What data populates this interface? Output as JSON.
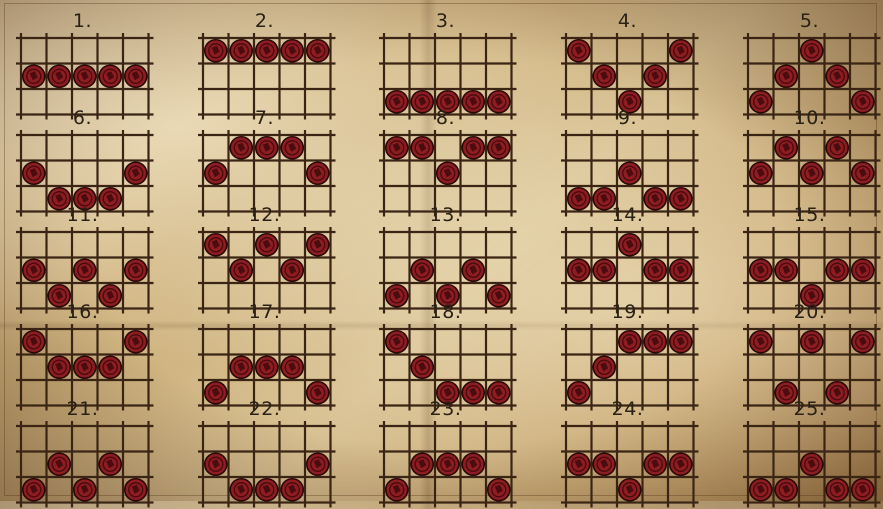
{
  "colors": {
    "grid_line": "#3a2515",
    "coin_fill": "#8e1d22",
    "coin_dark": "#4a0c0f",
    "coin_rim": "#2a0808",
    "label_text": "#2a2116"
  },
  "patterns": [
    {
      "label": "1.",
      "coins": [
        [
          0,
          1
        ],
        [
          1,
          1
        ],
        [
          2,
          1
        ],
        [
          3,
          1
        ],
        [
          4,
          1
        ]
      ]
    },
    {
      "label": "2.",
      "coins": [
        [
          0,
          0
        ],
        [
          1,
          0
        ],
        [
          2,
          0
        ],
        [
          3,
          0
        ],
        [
          4,
          0
        ]
      ]
    },
    {
      "label": "3.",
      "coins": [
        [
          0,
          2
        ],
        [
          1,
          2
        ],
        [
          2,
          2
        ],
        [
          3,
          2
        ],
        [
          4,
          2
        ]
      ]
    },
    {
      "label": "4.",
      "coins": [
        [
          0,
          0
        ],
        [
          4,
          0
        ],
        [
          1,
          1
        ],
        [
          3,
          1
        ],
        [
          2,
          2
        ]
      ]
    },
    {
      "label": "5.",
      "coins": [
        [
          2,
          0
        ],
        [
          1,
          1
        ],
        [
          3,
          1
        ],
        [
          0,
          2
        ],
        [
          4,
          2
        ]
      ]
    },
    {
      "label": "6.",
      "coins": [
        [
          0,
          1
        ],
        [
          4,
          1
        ],
        [
          1,
          2
        ],
        [
          2,
          2
        ],
        [
          3,
          2
        ]
      ]
    },
    {
      "label": "7.",
      "coins": [
        [
          1,
          0
        ],
        [
          2,
          0
        ],
        [
          3,
          0
        ],
        [
          0,
          1
        ],
        [
          4,
          1
        ]
      ]
    },
    {
      "label": "8.",
      "coins": [
        [
          0,
          0
        ],
        [
          1,
          0
        ],
        [
          3,
          0
        ],
        [
          4,
          0
        ],
        [
          2,
          1
        ]
      ]
    },
    {
      "label": "9.",
      "coins": [
        [
          2,
          1
        ],
        [
          0,
          2
        ],
        [
          1,
          2
        ],
        [
          3,
          2
        ],
        [
          4,
          2
        ]
      ]
    },
    {
      "label": "10.",
      "coins": [
        [
          1,
          0
        ],
        [
          3,
          0
        ],
        [
          0,
          1
        ],
        [
          2,
          1
        ],
        [
          4,
          1
        ]
      ]
    },
    {
      "label": "11.",
      "coins": [
        [
          0,
          1
        ],
        [
          2,
          1
        ],
        [
          4,
          1
        ],
        [
          1,
          2
        ],
        [
          3,
          2
        ]
      ]
    },
    {
      "label": "12.",
      "coins": [
        [
          0,
          0
        ],
        [
          2,
          0
        ],
        [
          4,
          0
        ],
        [
          1,
          1
        ],
        [
          3,
          1
        ]
      ]
    },
    {
      "label": "13.",
      "coins": [
        [
          1,
          1
        ],
        [
          3,
          1
        ],
        [
          0,
          2
        ],
        [
          2,
          2
        ],
        [
          4,
          2
        ]
      ]
    },
    {
      "label": "14.",
      "coins": [
        [
          2,
          0
        ],
        [
          0,
          1
        ],
        [
          1,
          1
        ],
        [
          3,
          1
        ],
        [
          4,
          1
        ]
      ]
    },
    {
      "label": "15.",
      "coins": [
        [
          0,
          1
        ],
        [
          1,
          1
        ],
        [
          3,
          1
        ],
        [
          4,
          1
        ],
        [
          2,
          2
        ]
      ]
    },
    {
      "label": "16.",
      "coins": [
        [
          0,
          0
        ],
        [
          4,
          0
        ],
        [
          1,
          1
        ],
        [
          2,
          1
        ],
        [
          3,
          1
        ]
      ]
    },
    {
      "label": "17.",
      "coins": [
        [
          1,
          1
        ],
        [
          2,
          1
        ],
        [
          3,
          1
        ],
        [
          0,
          2
        ],
        [
          4,
          2
        ]
      ]
    },
    {
      "label": "18.",
      "coins": [
        [
          0,
          0
        ],
        [
          1,
          1
        ],
        [
          2,
          2
        ],
        [
          3,
          2
        ],
        [
          4,
          2
        ]
      ]
    },
    {
      "label": "19.",
      "coins": [
        [
          2,
          0
        ],
        [
          3,
          0
        ],
        [
          4,
          0
        ],
        [
          1,
          1
        ],
        [
          0,
          2
        ]
      ]
    },
    {
      "label": "20.",
      "coins": [
        [
          0,
          0
        ],
        [
          2,
          0
        ],
        [
          4,
          0
        ],
        [
          1,
          2
        ],
        [
          3,
          2
        ]
      ]
    },
    {
      "label": "21.",
      "coins": [
        [
          1,
          1
        ],
        [
          3,
          1
        ],
        [
          0,
          2
        ],
        [
          2,
          2
        ],
        [
          4,
          2
        ]
      ]
    },
    {
      "label": "22.",
      "coins": [
        [
          0,
          1
        ],
        [
          4,
          1
        ],
        [
          1,
          2
        ],
        [
          2,
          2
        ],
        [
          3,
          2
        ]
      ]
    },
    {
      "label": "23.",
      "coins": [
        [
          1,
          1
        ],
        [
          2,
          1
        ],
        [
          3,
          1
        ],
        [
          0,
          2
        ],
        [
          4,
          2
        ]
      ]
    },
    {
      "label": "24.",
      "coins": [
        [
          0,
          1
        ],
        [
          1,
          1
        ],
        [
          3,
          1
        ],
        [
          4,
          1
        ],
        [
          2,
          2
        ]
      ]
    },
    {
      "label": "25.",
      "coins": [
        [
          2,
          1
        ],
        [
          0,
          2
        ],
        [
          1,
          2
        ],
        [
          3,
          2
        ],
        [
          4,
          2
        ]
      ]
    }
  ]
}
